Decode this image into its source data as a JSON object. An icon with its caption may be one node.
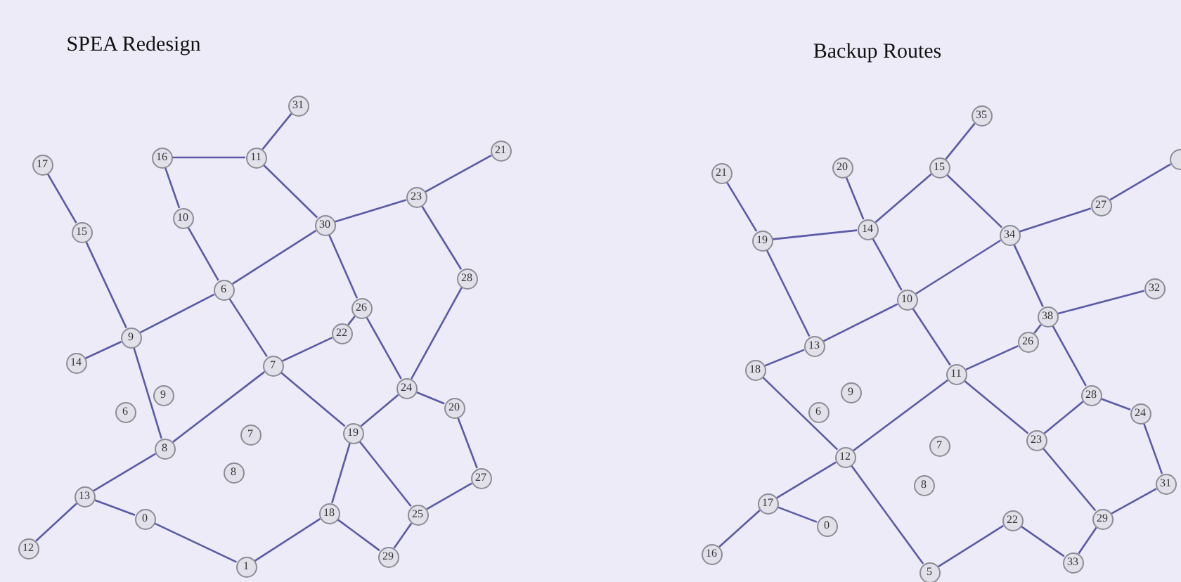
{
  "diagram": {
    "nodes": [
      {
        "text": [
          "31"
        ]
      },
      {
        "text": [
          "16"
        ]
      },
      {
        "text": [
          "11"
        ]
      },
      {
        "text": [
          "17"
        ]
      },
      {
        "text": [
          "21"
        ]
      },
      {
        "text": [
          "10"
        ]
      },
      {
        "text": [
          "15"
        ]
      },
      {
        "text": [
          "23"
        ]
      },
      {
        "text": [
          "30"
        ]
      },
      {
        "text": [
          "6"
        ]
      },
      {
        "text": [
          "28"
        ]
      },
      {
        "text": [
          "26"
        ]
      },
      {
        "text": [
          "22"
        ]
      },
      {
        "text": [
          "9"
        ]
      },
      {
        "text": [
          "14"
        ]
      },
      {
        "text": [
          "7"
        ]
      },
      {
        "text": [
          "24"
        ]
      },
      {
        "text": [
          "9"
        ]
      },
      {
        "text": [
          "6"
        ]
      },
      {
        "text": [
          "20"
        ]
      },
      {
        "text": [
          "19"
        ]
      },
      {
        "text": [
          "7"
        ]
      },
      {
        "text": [
          "8"
        ]
      },
      {
        "text": [
          "8"
        ]
      },
      {
        "text": [
          "27"
        ]
      },
      {
        "text": [
          "13"
        ]
      },
      {
        "text": [
          "18"
        ]
      },
      {
        "text": [
          "25"
        ]
      },
      {
        "text": [
          "0"
        ]
      },
      {
        "text": [
          "12"
        ]
      },
      {
        "text": [
          "29"
        ]
      },
      {
        "text": [
          "1"
        ]
      },
      {
        "text": [
          "35"
        ]
      },
      {
        "text": [],
        "shape": "circle"
      },
      {
        "text": [
          "20"
        ]
      },
      {
        "text": [
          "15"
        ]
      },
      {
        "text": [
          "21"
        ]
      },
      {
        "text": [
          "27"
        ]
      },
      {
        "text": [
          "14"
        ]
      },
      {
        "text": [
          "34"
        ]
      },
      {
        "text": [
          "19"
        ]
      },
      {
        "text": [
          "32"
        ]
      },
      {
        "text": [
          "10"
        ]
      },
      {
        "text": [
          "38"
        ]
      },
      {
        "text": [
          "26"
        ]
      },
      {
        "text": [
          "13"
        ]
      },
      {
        "text": [
          "18"
        ]
      },
      {
        "text": [
          "11"
        ]
      },
      {
        "text": [
          "9"
        ]
      },
      {
        "text": [
          "28"
        ]
      },
      {
        "text": [
          "6"
        ]
      },
      {
        "text": [
          "24"
        ]
      },
      {
        "text": [
          "23"
        ]
      },
      {
        "text": [
          "7"
        ]
      },
      {
        "text": [
          "12"
        ]
      },
      {
        "text": [
          "31"
        ]
      },
      {
        "text": [
          "8"
        ]
      },
      {
        "text": [
          "17"
        ]
      },
      {
        "text": [
          "22"
        ]
      },
      {
        "text": [
          "29"
        ]
      },
      {
        "text": [
          "0"
        ]
      },
      {
        "text": [
          "16"
        ]
      },
      {
        "text": [
          "33"
        ]
      },
      {
        "text": [
          "5"
        ]
      }
    ],
    "edges": [
      {
        "from": 1,
        "to": 2,
        "arrow": "none"
      },
      {
        "from": 2,
        "to": 0,
        "arrow": "none"
      },
      {
        "from": 2,
        "to": 8,
        "arrow": "none"
      },
      {
        "from": 1,
        "to": 5,
        "arrow": "none"
      },
      {
        "from": 5,
        "to": 9,
        "arrow": "none"
      },
      {
        "from": 3,
        "to": 6,
        "arrow": "none"
      },
      {
        "from": 6,
        "to": 13,
        "arrow": "none"
      },
      {
        "from": 8,
        "to": 7,
        "arrow": "none"
      },
      {
        "from": 7,
        "to": 4,
        "arrow": "none"
      },
      {
        "from": 7,
        "to": 10,
        "arrow": "none"
      },
      {
        "from": 8,
        "to": 9,
        "arrow": "none"
      },
      {
        "from": 9,
        "to": 13,
        "arrow": "none"
      },
      {
        "from": 8,
        "to": 11,
        "arrow": "none"
      },
      {
        "from": 11,
        "to": 12,
        "arrow": "none"
      },
      {
        "from": 11,
        "to": 16,
        "arrow": "none"
      },
      {
        "from": 10,
        "to": 16,
        "arrow": "none"
      },
      {
        "from": 9,
        "to": 15,
        "arrow": "none"
      },
      {
        "from": 15,
        "to": 12,
        "arrow": "none"
      },
      {
        "from": 13,
        "to": 14,
        "arrow": "none"
      },
      {
        "from": 13,
        "to": 22,
        "arrow": "none"
      },
      {
        "from": 22,
        "to": 15,
        "arrow": "none"
      },
      {
        "from": 15,
        "to": 20,
        "arrow": "none"
      },
      {
        "from": 16,
        "to": 20,
        "arrow": "none"
      },
      {
        "from": 16,
        "to": 19,
        "arrow": "none"
      },
      {
        "from": 19,
        "to": 24,
        "arrow": "none"
      },
      {
        "from": 24,
        "to": 27,
        "arrow": "none"
      },
      {
        "from": 20,
        "to": 27,
        "arrow": "none"
      },
      {
        "from": 20,
        "to": 26,
        "arrow": "none"
      },
      {
        "from": 26,
        "to": 30,
        "arrow": "none"
      },
      {
        "from": 27,
        "to": 30,
        "arrow": "none"
      },
      {
        "from": 22,
        "to": 25,
        "arrow": "none"
      },
      {
        "from": 25,
        "to": 29,
        "arrow": "none"
      },
      {
        "from": 25,
        "to": 28,
        "arrow": "none"
      },
      {
        "from": 28,
        "to": 31,
        "arrow": "none"
      },
      {
        "from": 31,
        "to": 26,
        "arrow": "none"
      },
      {
        "from": 35,
        "to": 32,
        "arrow": "none"
      },
      {
        "from": 35,
        "to": 38,
        "arrow": "none"
      },
      {
        "from": 35,
        "to": 39,
        "arrow": "none"
      },
      {
        "from": 34,
        "to": 38,
        "arrow": "none"
      },
      {
        "from": 36,
        "to": 40,
        "arrow": "none"
      },
      {
        "from": 40,
        "to": 38,
        "arrow": "none"
      },
      {
        "from": 40,
        "to": 45,
        "arrow": "none"
      },
      {
        "from": 38,
        "to": 42,
        "arrow": "none"
      },
      {
        "from": 39,
        "to": 42,
        "arrow": "none"
      },
      {
        "from": 39,
        "to": 37,
        "arrow": "none"
      },
      {
        "from": 37,
        "to": 33,
        "arrow": "none"
      },
      {
        "from": 39,
        "to": 43,
        "arrow": "none"
      },
      {
        "from": 43,
        "to": 41,
        "arrow": "none"
      },
      {
        "from": 43,
        "to": 44,
        "arrow": "none"
      },
      {
        "from": 44,
        "to": 47,
        "arrow": "none"
      },
      {
        "from": 43,
        "to": 49,
        "arrow": "none"
      },
      {
        "from": 42,
        "to": 47,
        "arrow": "none"
      },
      {
        "from": 45,
        "to": 42,
        "arrow": "none"
      },
      {
        "from": 45,
        "to": 46,
        "arrow": "none"
      },
      {
        "from": 46,
        "to": 54,
        "arrow": "none"
      },
      {
        "from": 54,
        "to": 47,
        "arrow": "none"
      },
      {
        "from": 47,
        "to": 52,
        "arrow": "none"
      },
      {
        "from": 49,
        "to": 52,
        "arrow": "none"
      },
      {
        "from": 49,
        "to": 51,
        "arrow": "none"
      },
      {
        "from": 51,
        "to": 55,
        "arrow": "none"
      },
      {
        "from": 55,
        "to": 59,
        "arrow": "none"
      },
      {
        "from": 52,
        "to": 59,
        "arrow": "none"
      },
      {
        "from": 59,
        "to": 62,
        "arrow": "none"
      },
      {
        "from": 62,
        "to": 58,
        "arrow": "none"
      },
      {
        "from": 58,
        "to": 63,
        "arrow": "none"
      },
      {
        "from": 63,
        "to": 54,
        "arrow": "none"
      },
      {
        "from": 54,
        "to": 57,
        "arrow": "none"
      },
      {
        "from": 57,
        "to": 61,
        "arrow": "none"
      },
      {
        "from": 57,
        "to": 60,
        "arrow": "none"
      }
    ],
    "labels": [
      "SPEA Redesign",
      "Backup Routes"
    ]
  }
}
